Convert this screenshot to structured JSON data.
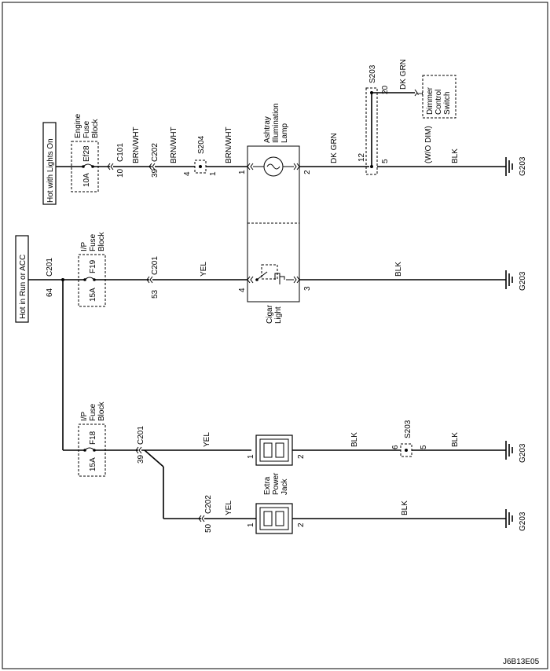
{
  "labels": {
    "hot_lights_on": "Hot with Lights On",
    "hot_run_acc": "Hot in Run or ACC",
    "engine_fuse_block": [
      "Engine",
      "Fuse",
      "Block"
    ],
    "ip_fuse_block": [
      "I/P",
      "Fuse",
      "Block"
    ],
    "ef28": "Ef28",
    "ef28_rating": "10A",
    "f19": "F19",
    "f19_rating": "15A",
    "f18": "F18",
    "f18_rating": "15A",
    "c101": "C101",
    "c101_pin": "10",
    "c202_top": "C202",
    "c202_top_pin": "39",
    "c201_top": "C201",
    "c201_top_pin": "64",
    "c201_mid": "C201",
    "c201_mid_pin": "53",
    "c201_low": "C201",
    "c201_low_pin": "39",
    "c202_low": "C202",
    "c202_low_pin": "50",
    "s204": "S204",
    "s204_pin_in": "4",
    "s204_pin_out": "1",
    "s203_top": "S203",
    "s203_pin_12": "12",
    "s203_pin_20": "20",
    "s203_pin_5": "5",
    "s203_low": "S203",
    "s203_low_pin_in": "6",
    "s203_low_pin_out": "5",
    "ashtray_lamp": [
      "Ashtray",
      "Illumination",
      "Lamp"
    ],
    "ashtray_pin_1": "1",
    "ashtray_pin_2": "2",
    "cigar_light": [
      "Cigar",
      "Light"
    ],
    "cigar_pin_4": "4",
    "cigar_pin_3": "3",
    "dimmer_switch": [
      "Dimmer",
      "Control",
      "Switch"
    ],
    "dimmer_pin": "1",
    "wo_dim": "(W/O DIM)",
    "extra_jack": [
      "Extra",
      "Power",
      "Jack"
    ],
    "jack1_pin_1": "1",
    "jack1_pin_2": "2",
    "jack2_pin_1": "1",
    "jack2_pin_2": "2",
    "wire_brn_wht": "BRN/WHT",
    "wire_dk_grn": "DK GRN",
    "wire_blk": "BLK",
    "wire_yel": "YEL",
    "ground": "G203",
    "figure_code": "J6B13E05"
  }
}
